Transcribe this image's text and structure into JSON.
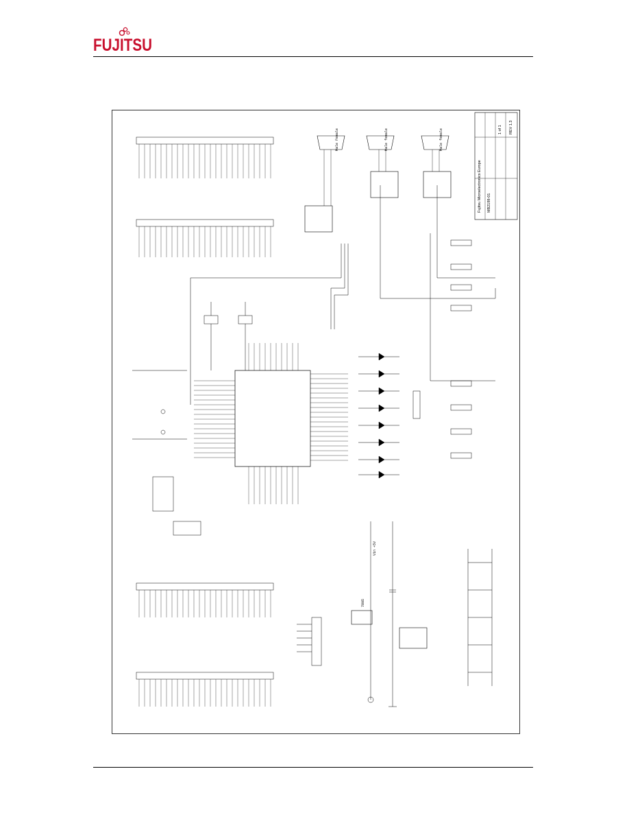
{
  "header": {
    "brand": "FUJITSU",
    "brand_color": "#c8102e"
  },
  "schematic": {
    "title_block": {
      "company": "Fujitsu Microelectronics Europe",
      "board": "MB2198-01",
      "sheet": "1 of 1",
      "rev": "REV 1.3"
    },
    "connectors": {
      "x1": "Male Female",
      "x2": "Male female",
      "x3": "Male female"
    },
    "power": {
      "reg_label": "7805",
      "vin": "Vin +5V"
    }
  }
}
